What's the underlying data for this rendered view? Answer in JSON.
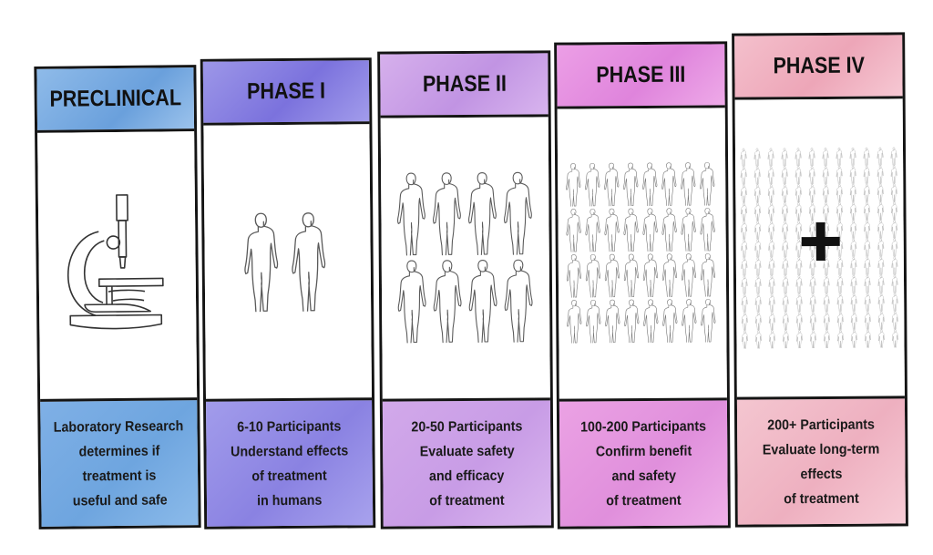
{
  "colors": {
    "preclinical": "#7aaee3",
    "phase1": "#8f88e3",
    "phase2": "#c79ae4",
    "phase3": "#e28ee0",
    "phase4": "#efafc1",
    "outline": "#141414"
  },
  "phases": [
    {
      "title": "PRECLINICAL",
      "icon": "microscope-icon",
      "lines": [
        "Laboratory Research",
        "determines if",
        "treatment is",
        "useful and safe"
      ]
    },
    {
      "title": "PHASE I",
      "icon": "two-people-icon",
      "lines": [
        "6-10 Participants",
        "Understand effects",
        "of treatment",
        "in humans"
      ]
    },
    {
      "title": "PHASE II",
      "icon": "people-group-icon",
      "lines": [
        "20-50 Participants",
        "Evaluate safety",
        "and efficacy",
        "of treatment"
      ]
    },
    {
      "title": "PHASE III",
      "icon": "people-crowd-icon",
      "lines": [
        "100-200 Participants",
        "Confirm benefit",
        "and safety",
        "of treatment"
      ]
    },
    {
      "title": "PHASE IV",
      "icon": "people-crowd-plus-icon",
      "lines": [
        "200+ Participants",
        "Evaluate long-term",
        "effects",
        "of treatment"
      ]
    }
  ]
}
